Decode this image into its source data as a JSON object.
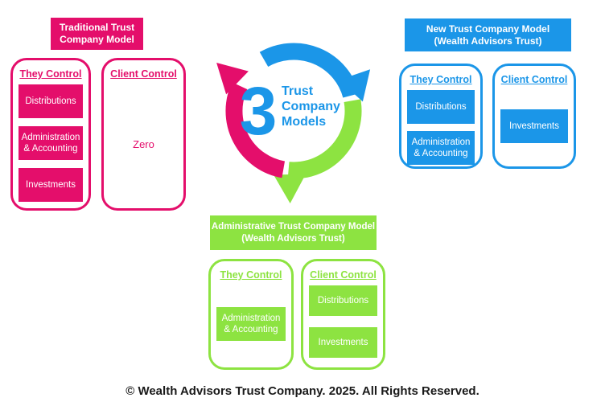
{
  "colors": {
    "pink": "#E40E6B",
    "blue": "#1B96E8",
    "green": "#8DE341",
    "footer_text": "#1A1A1A"
  },
  "center": {
    "number": "3",
    "label_lines": [
      "Trust",
      "Company",
      "Models"
    ]
  },
  "models": [
    {
      "title_lines": [
        "Traditional Trust",
        "Company Model"
      ],
      "they_control": {
        "heading": "They Control",
        "items": [
          "Distributions",
          "Administration & Accounting",
          "Investments"
        ]
      },
      "client_control": {
        "heading": "Client Control",
        "note": "Zero"
      }
    },
    {
      "title_lines": [
        "New Trust Company Model",
        "(Wealth Advisors Trust)"
      ],
      "they_control": {
        "heading": "They Control",
        "items": [
          "Distributions",
          "Administration & Accounting"
        ]
      },
      "client_control": {
        "heading": "Client Control",
        "items": [
          "Investments"
        ]
      }
    },
    {
      "title_lines": [
        "Administrative Trust Company Model",
        "(Wealth Advisors Trust)"
      ],
      "they_control": {
        "heading": "They Control",
        "items": [
          "Administration & Accounting"
        ]
      },
      "client_control": {
        "heading": "Client Control",
        "items": [
          "Distributions",
          "Investments"
        ]
      }
    }
  ],
  "footer": "© Wealth Advisors Trust Company. 2025. All Rights Reserved."
}
